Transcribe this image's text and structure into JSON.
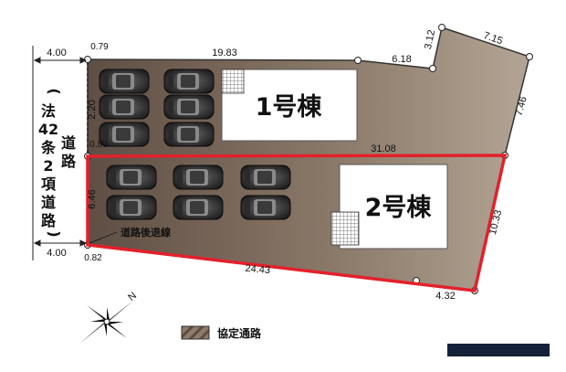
{
  "buildings": {
    "one": "1号棟",
    "two": "2号棟"
  },
  "road": {
    "label_chars": [
      "道",
      "路"
    ],
    "law_chars": [
      "(",
      "法",
      "42",
      "条",
      "2",
      "項",
      "道",
      "路",
      ")"
    ],
    "setback_label": "道路後退線"
  },
  "dimensions": {
    "road_width_top": "4.00",
    "road_width_bottom": "4.00",
    "corner_top_left": "0.79",
    "top_edge": "19.83",
    "top_right_edge": "6.18",
    "notch_vertical": "3.12",
    "notch_top": "7.15",
    "right_edge": "7.46",
    "left_upper": "2.20",
    "corner_mid_left": "0.80",
    "divider": "31.08",
    "left_lower": "6.46",
    "lot2_right": "10.33",
    "corner_bottom_left": "0.82",
    "bottom_edge": "24.43",
    "bottom_right": "4.32"
  },
  "compass": {
    "north": "N"
  },
  "legend": {
    "label": "協定通路"
  },
  "colors": {
    "ground": "#7d6a5a",
    "lot_outline": "#e3202b",
    "building": "#ffffff"
  }
}
